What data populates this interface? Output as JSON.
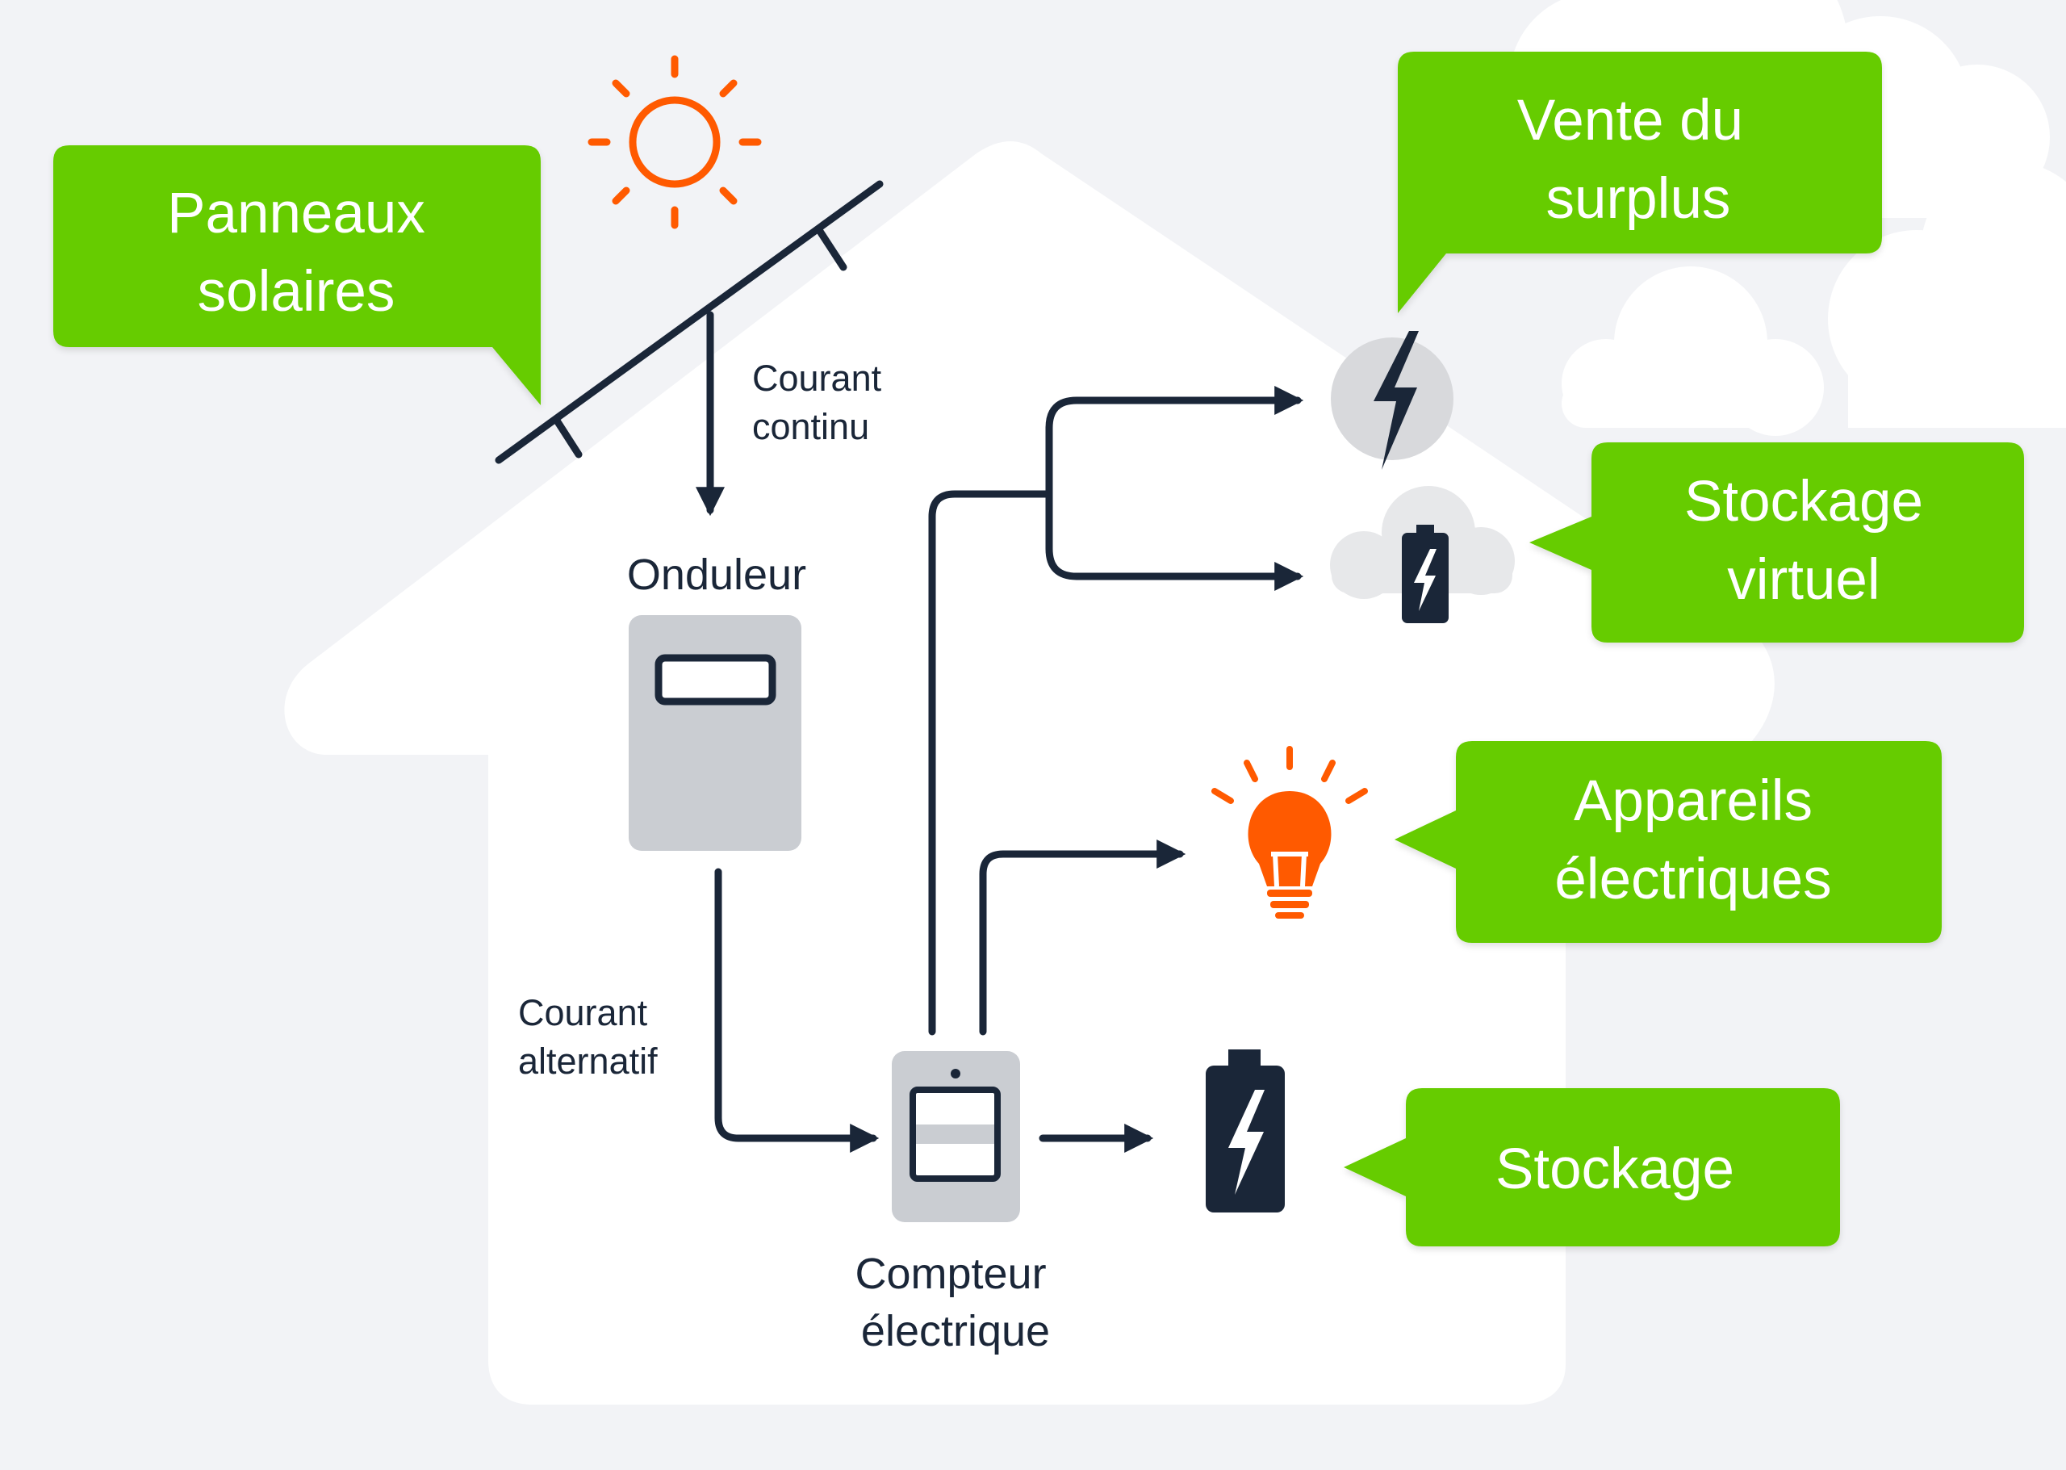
{
  "callouts": {
    "panels": [
      "Panneaux",
      "solaires"
    ],
    "sale": [
      "Vente du",
      "surplus"
    ],
    "virtual_storage": [
      "Stockage",
      "virtuel"
    ],
    "appliances": [
      "Appareils",
      "électriques"
    ],
    "storage": "Stockage"
  },
  "labels": {
    "dc_current": [
      "Courant",
      "continu"
    ],
    "inverter": "Onduleur",
    "ac_current": [
      "Courant",
      "alternatif"
    ],
    "meter": [
      "Compteur",
      "électrique"
    ]
  },
  "colors": {
    "background": "#f2f3f6",
    "house": "#ffffff",
    "callout_green": "#66cc00",
    "line_navy": "#1a2638",
    "sun_orange": "#ff5a00",
    "device_grey": "#cacdd2",
    "cloud_grey": "#e7e8ea",
    "icon_grey": "#d8d9dc"
  },
  "icons": [
    "sun-icon",
    "solar-panel-icon",
    "inverter-icon",
    "meter-icon",
    "lightning-icon",
    "cloud-battery-icon",
    "light-bulb-icon",
    "battery-icon",
    "cloud-icon"
  ]
}
